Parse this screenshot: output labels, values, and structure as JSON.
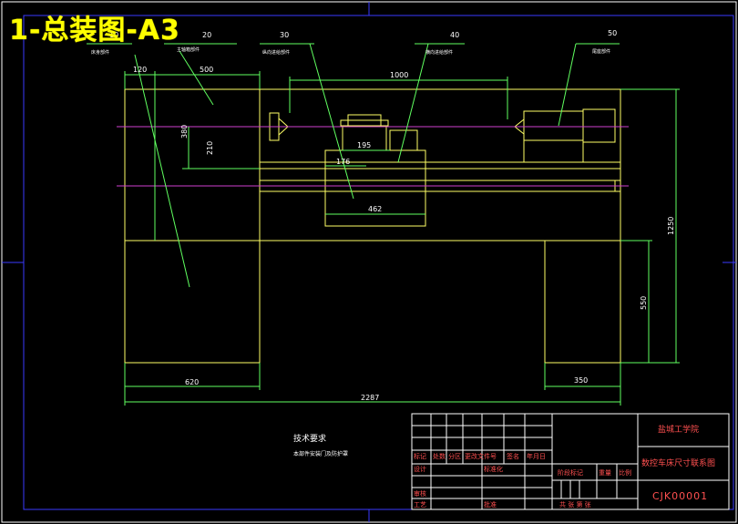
{
  "overlay_title": "1-总装图-A3",
  "callouts": [
    {
      "num": "10",
      "label": "床身部件"
    },
    {
      "num": "20",
      "label": "主轴箱部件"
    },
    {
      "num": "30",
      "label": "纵向进给部件"
    },
    {
      "num": "40",
      "label": "横向进给部件"
    },
    {
      "num": "50",
      "label": "尾座部件"
    }
  ],
  "dimensions": {
    "d120": "120",
    "d500": "500",
    "d1000": "1000",
    "d380": "380",
    "d210": "210",
    "d195": "195",
    "d176": "176",
    "d462": "462",
    "d1250": "1250",
    "d550": "550",
    "d620": "620",
    "d350": "350",
    "d2287": "2287"
  },
  "technical": {
    "heading": "技术要求",
    "line1": "本部件安装门及防护罩"
  },
  "title_block": {
    "school": "盐城工学院",
    "drawing_title": "数控车床尺寸联系图",
    "drawing_no": "CJK00001",
    "col_headers": [
      "标记",
      "处数",
      "分区",
      "更改文件号",
      "签名",
      "年月日"
    ],
    "row_design": "设计",
    "row_std": "标准化",
    "row_check": "审核",
    "row_process": "工艺",
    "row_approve": "批准",
    "stage_mark": "阶段标记",
    "weight": "重量",
    "scale": "比例",
    "sheets": "共  张  第  张"
  }
}
